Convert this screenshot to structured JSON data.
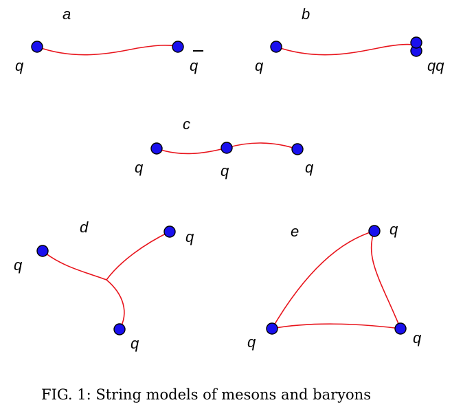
{
  "colors": {
    "quark_fill": "#1a10ee",
    "string": "#e8141c"
  },
  "panels": {
    "a": {
      "label": "a",
      "left_quark": "q",
      "right_quark": "q"
    },
    "b": {
      "label": "b",
      "left_quark": "q",
      "right_quark": "qq"
    },
    "c": {
      "label": "c",
      "quark_1": "q",
      "quark_2": "q",
      "quark_3": "q"
    },
    "d": {
      "label": "d",
      "quark_left": "q",
      "quark_top_right": "q",
      "quark_bottom": "q"
    },
    "e": {
      "label": "e",
      "quark_top": "q",
      "quark_left": "q",
      "quark_right": "q"
    }
  },
  "caption": "FIG. 1: String models of mesons and baryons"
}
